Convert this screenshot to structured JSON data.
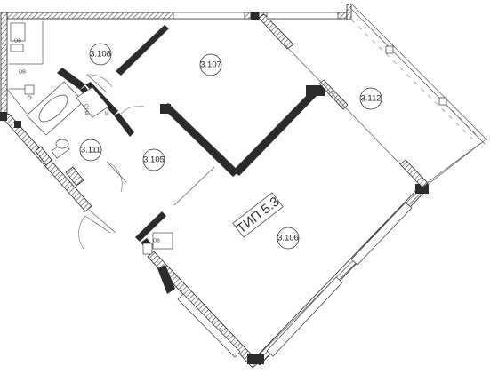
{
  "plan": {
    "type_label": "ТИП 5.3",
    "rooms": [
      {
        "id": "r3108",
        "label": "3.108"
      },
      {
        "id": "r3107",
        "label": "3.107"
      },
      {
        "id": "r3112",
        "label": "3.112"
      },
      {
        "id": "r3111",
        "label": "3.111"
      },
      {
        "id": "r3105",
        "label": "3.105"
      },
      {
        "id": "r3106",
        "label": "3.106"
      }
    ],
    "small_labels": {
      "ob1": "ОВ",
      "ob2": "ОВ",
      "ob3": "ОВ",
      "st_m": "Ст.М",
      "sh": "Ш"
    }
  }
}
